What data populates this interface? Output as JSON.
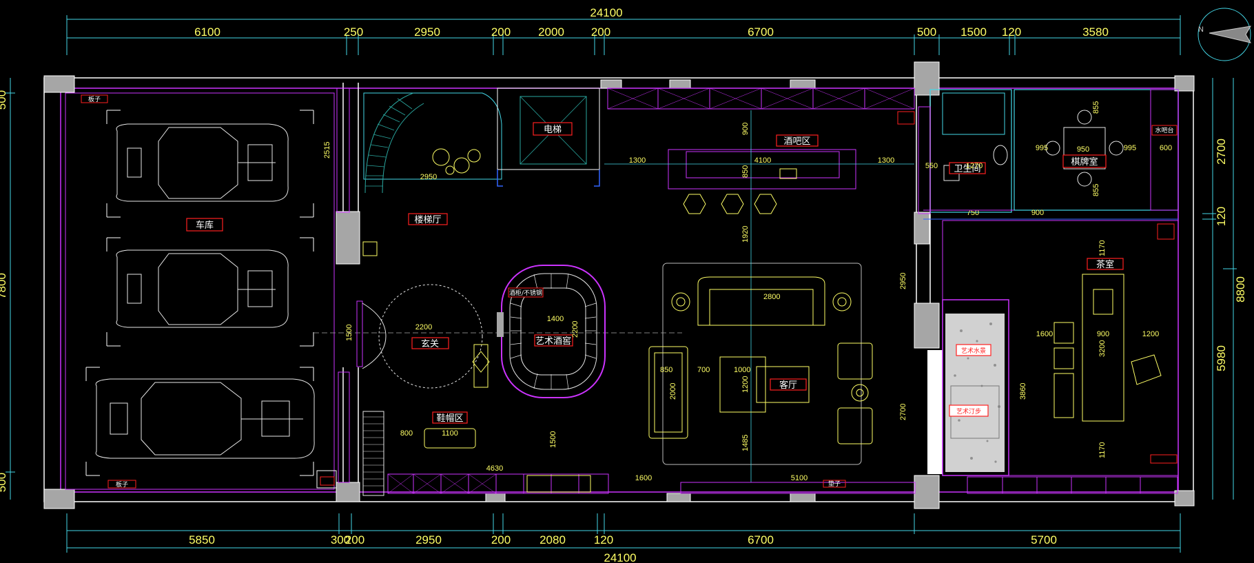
{
  "dimensions": {
    "top_total": "24100",
    "top": [
      "6100",
      "250",
      "2950",
      "200",
      "2000",
      "200",
      "6700",
      "500",
      "1500",
      "120",
      "3580"
    ],
    "bottom": [
      "5850",
      "300",
      "200",
      "2950",
      "200",
      "2080",
      "120",
      "6700",
      "5700"
    ],
    "bottom_total": "24100",
    "right": [
      "2700",
      "120",
      "8800",
      "5980"
    ],
    "left": [
      "500",
      "7800",
      "500"
    ]
  },
  "rooms": {
    "garage": "车库",
    "stair_hall": "楼梯厅",
    "elevator": "电梯",
    "bar": "酒吧区",
    "bathroom": "卫生间",
    "chess_room": "棋牌室",
    "tea_room": "茶室",
    "entrance": "玄关",
    "art_wine": "艺术酒窖",
    "living": "客厅",
    "shoe_area": "鞋帽区",
    "art_water": "艺术水景",
    "art_stage": "艺术汀步"
  },
  "inner_dims": {
    "bar_width": "4100",
    "bar_left": "1300",
    "bar_right": "1300",
    "bar_depth": "850",
    "bar_top": "900",
    "stair": "2950",
    "stair_side": "2515",
    "living_gap": "1920",
    "living_sofa": "2800",
    "sofa_left_w": "850",
    "coffee": "1000",
    "gap_700": "700",
    "table_h": "1200",
    "seat_depth": "2000",
    "wine_w": "1400",
    "wine_h": "2200",
    "entrance_w": "2200",
    "entrance_gap": "1500",
    "shoe_w": "1100",
    "shoe_left": "800",
    "lower_w": "4630",
    "lower_right": "1600",
    "lower_long": "5100",
    "tea_w": "900",
    "tea_l": "1600",
    "tea_r": "1200",
    "tea_h": "3200",
    "tea_top": "1170",
    "tea_bottom": "1170",
    "bath_w": "1270",
    "bath_d": "750",
    "bath_side": "550",
    "chess_w": "950",
    "chess_l": "995",
    "chess_r": "995",
    "chess_side": "600",
    "chess_top": "855",
    "chess_bottom": "855",
    "corr_900": "900",
    "corr_2950": "2950",
    "corr_2700": "2700",
    "corr_3860": "3860",
    "corr_1500": "1500",
    "corr_1485": "1485"
  },
  "tags": {
    "car_tag": "板子",
    "wine_tag": "酒柜/不锈钢",
    "water_tag": "水吧台",
    "pad_tag": "垫子"
  },
  "colors": {
    "background": "#000000",
    "wall": "#ffffff",
    "magenta": "#cc33ff",
    "yellow": "#ffff66",
    "cyan": "#44d8e8",
    "blue": "#3366ff",
    "grey_column": "#a6a6a6",
    "label_border": "#ff2020",
    "furniture": "#e8e8e8",
    "teal": "#2aa8a0"
  }
}
